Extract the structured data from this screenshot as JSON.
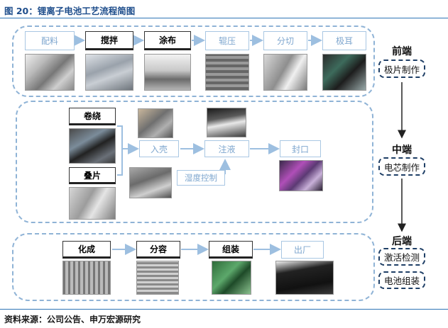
{
  "figure": {
    "title": "图 20：锂离子电池工艺流程简图",
    "source": "资料来源：公司公告、申万宏源研究"
  },
  "front": {
    "steps": [
      "配料",
      "搅拌",
      "涂布",
      "辊压",
      "分切",
      "极耳"
    ],
    "stage_title": "前端",
    "stage_label": "极片制作"
  },
  "middle": {
    "wind": "卷绕",
    "stack": "叠片",
    "insert": "入壳",
    "inject": "注液",
    "seal": "封口",
    "humidity": "湿度控制",
    "stage_title": "中端",
    "stage_label": "电芯制作"
  },
  "back": {
    "steps": [
      "化成",
      "分容",
      "组装",
      "出厂"
    ],
    "stage_title": "后端",
    "stage_labels": [
      "激活检测",
      "电池组装"
    ]
  },
  "colors": {
    "title_blue": "#1f4e8c",
    "rule_blue": "#2e75b6",
    "dash_light": "#8fb3d6",
    "dash_dark": "#1f3f66",
    "light_text": "#7fa7cf"
  }
}
